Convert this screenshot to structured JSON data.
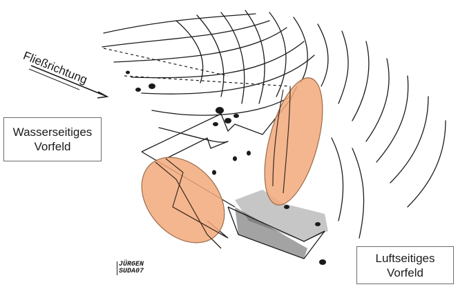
{
  "diagram": {
    "flow_label": "Fließrichtung",
    "upstream_label_line1": "Wasserseitiges",
    "upstream_label_line2": "Vorfeld",
    "downstream_label_line1": "Luftseitiges",
    "downstream_label_line2": "Vorfeld",
    "signature_line1": "JÜRGEN",
    "signature_line2": "SUDA07"
  },
  "colors": {
    "highlight_fill": "#f2a97a",
    "highlight_stroke": "#9a6a4a",
    "ink": "#1a1a1a",
    "box_border": "#6b6b6b"
  }
}
